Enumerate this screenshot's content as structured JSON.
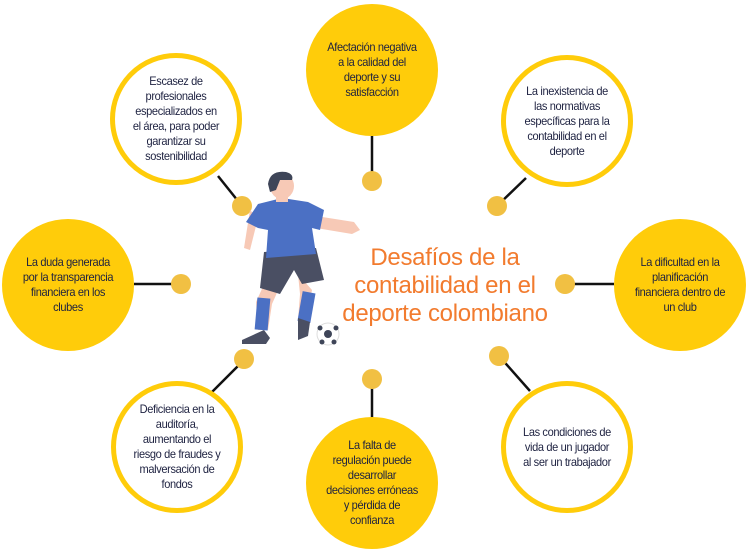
{
  "title": "Desafíos de la contabilidad en el deporte colombiano",
  "colors": {
    "circle_yellow": "#FFCC0A",
    "dot_yellow": "#F1C043",
    "title_orange": "#F27B2E",
    "text": "#1d2140"
  },
  "challenges": [
    {
      "id": "top",
      "style": "filled",
      "text": "Afectación negativa a la calidad del deporte y su satisfacción"
    },
    {
      "id": "top-left",
      "style": "outlined",
      "text": "Escasez de profesionales especializados en el área, para poder garantizar su sostenibilidad"
    },
    {
      "id": "top-right",
      "style": "outlined",
      "text": "La inexistencia de las normativas específicas para la contabilidad en el deporte"
    },
    {
      "id": "left",
      "style": "filled",
      "text": "La duda generada por la transparencia financiera en los clubes"
    },
    {
      "id": "right",
      "style": "filled",
      "text": "La dificultad en la planificación financiera dentro de un club"
    },
    {
      "id": "bottom-left",
      "style": "outlined",
      "text": "Deficiencia en la auditoría, aumentando el riesgo de fraudes y malversación de fondos"
    },
    {
      "id": "bottom",
      "style": "filled",
      "text": "La falta de regulación puede desarrollar decisiones erróneas y pérdida de confianza"
    },
    {
      "id": "bottom-right",
      "style": "outlined",
      "text": "Las condiciones de vida de un jugador al ser un trabajador"
    }
  ]
}
